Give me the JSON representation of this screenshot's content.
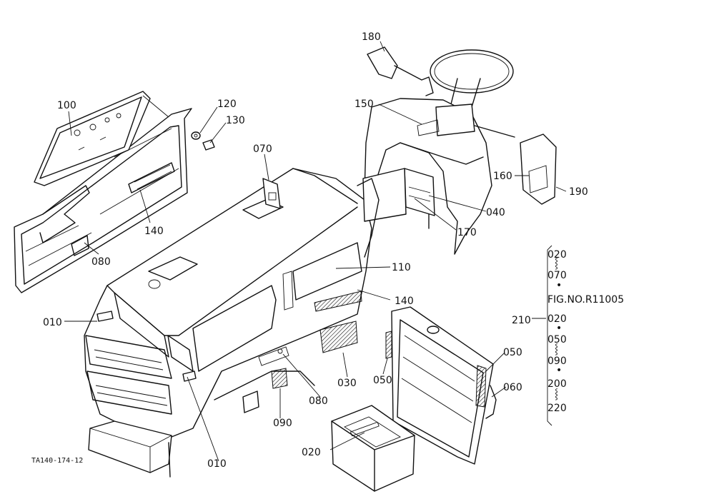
{
  "figure_code": "TA140-174-12",
  "callouts": {
    "c100": "100",
    "c120": "120",
    "c130": "130",
    "c140a": "140",
    "c080a": "080",
    "c070": "070",
    "c180": "180",
    "c150": "150",
    "c160": "160",
    "c190": "190",
    "c040": "040",
    "c170": "170",
    "c110": "110",
    "c140b": "140",
    "c010a": "010",
    "c030": "030",
    "c050a": "050",
    "c050b": "050",
    "c060": "060",
    "c080b": "080",
    "c090": "090",
    "c010b": "010",
    "c020": "020"
  },
  "reference_column": {
    "label": "210",
    "lines": [
      "020",
      "070",
      "FIG.NO.R11005",
      "020",
      "050",
      "090",
      "200",
      "220"
    ]
  }
}
